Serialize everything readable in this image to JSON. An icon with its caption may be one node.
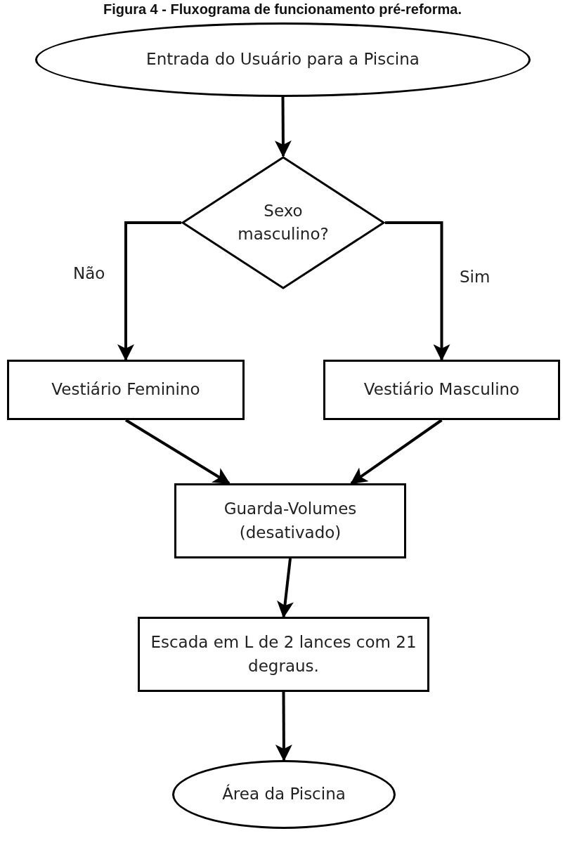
{
  "diagram": {
    "title": "Figura 4 - Fluxograma de funcionamento pré-reforma.",
    "nodes": [
      {
        "text": [
          "Entrada do Usuário para a Piscina"
        ]
      },
      {
        "text": [
          "Sexo masculino?"
        ]
      },
      {
        "text": [
          "Vestiário Feminino"
        ]
      },
      {
        "text": [
          "Vestiário Masculino"
        ]
      },
      {
        "text": [
          "Guarda-Volumes (desativado)"
        ]
      },
      {
        "text": [
          "Escada em L de 2 lances com 21 degraus."
        ]
      },
      {
        "text": [
          "Área da Piscina"
        ]
      }
    ],
    "edges": [
      {
        "from": 0,
        "to": 1,
        "arrow": "to"
      },
      {
        "from": 1,
        "to": 2,
        "arrow": "to",
        "label": "Não"
      },
      {
        "from": 1,
        "to": 3,
        "arrow": "to",
        "label": "Sim"
      },
      {
        "from": 2,
        "to": 4,
        "arrow": "to"
      },
      {
        "from": 3,
        "to": 4,
        "arrow": "to"
      },
      {
        "from": 4,
        "to": 5,
        "arrow": "to"
      },
      {
        "from": 5,
        "to": 6,
        "arrow": "to"
      }
    ]
  }
}
